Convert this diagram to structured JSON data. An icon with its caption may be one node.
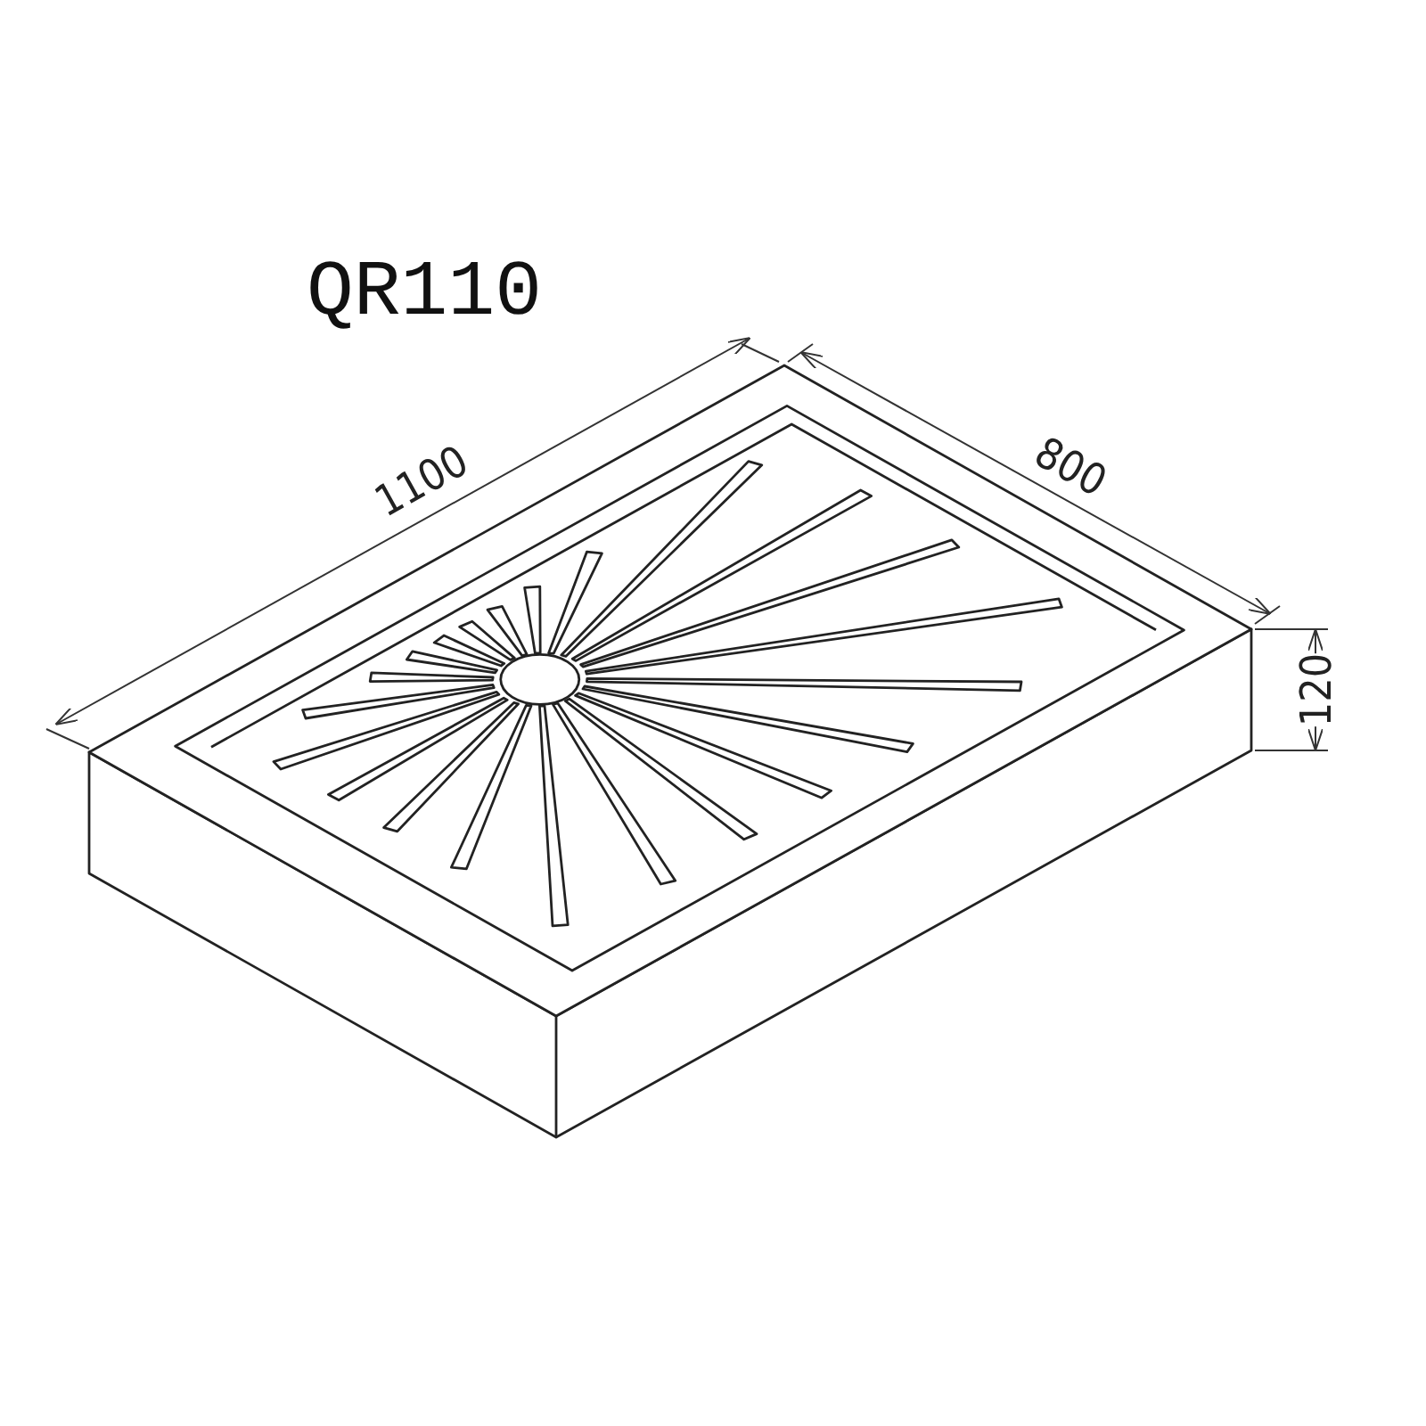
{
  "diagram": {
    "title": "QR110",
    "labels": [
      "1100",
      "800",
      "120"
    ]
  }
}
